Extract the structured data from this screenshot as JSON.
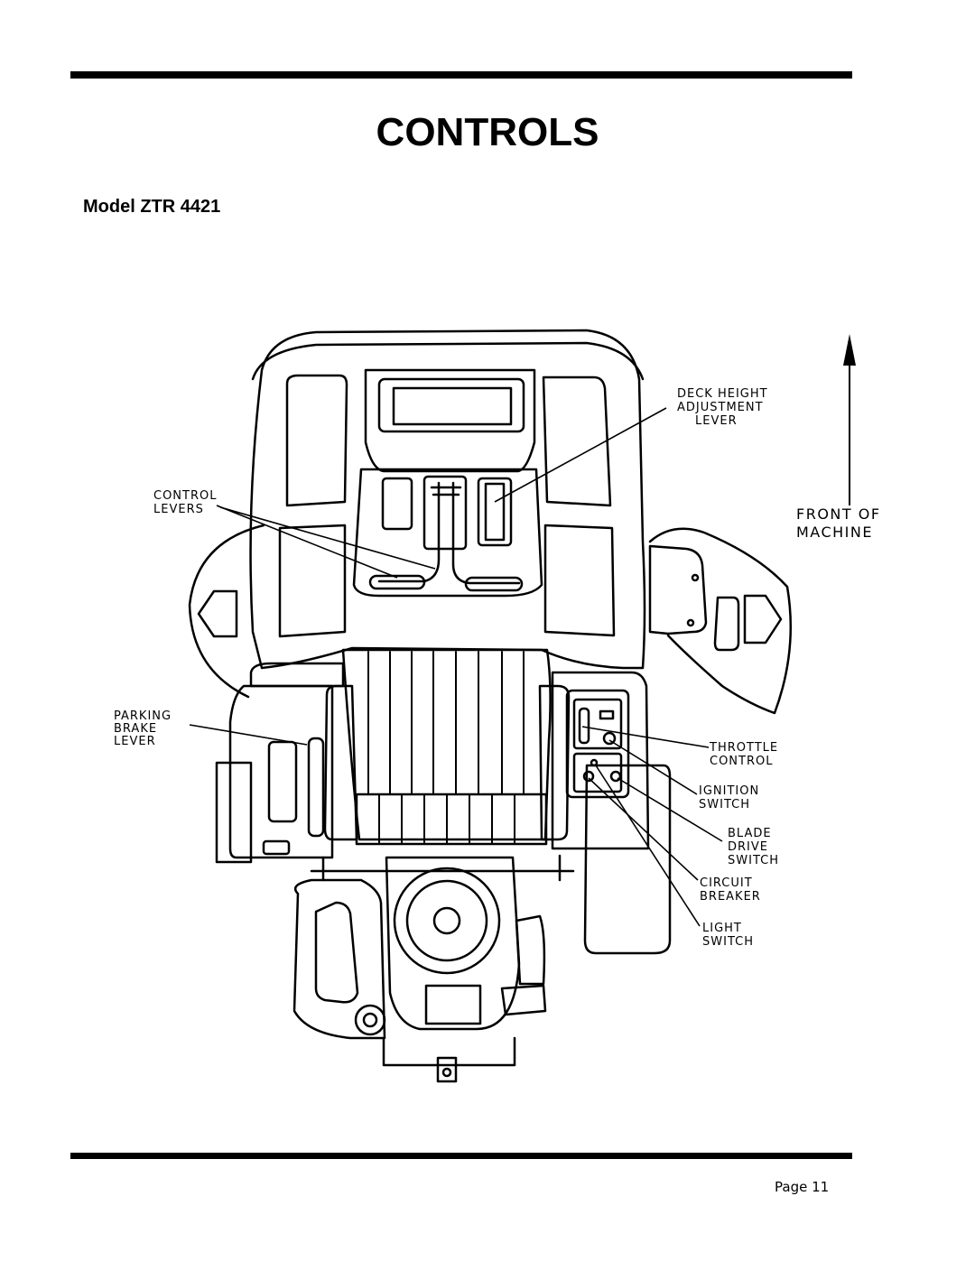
{
  "header": {
    "title": "CONTROLS",
    "model": "Model ZTR 4421"
  },
  "diagram": {
    "callouts": {
      "deck_height": [
        "DECK HEIGHT",
        "ADJUSTMENT",
        "LEVER"
      ],
      "control_levers": [
        "CONTROL",
        "LEVERS"
      ],
      "parking_brake": [
        "PARKING",
        "BRAKE",
        "LEVER"
      ],
      "throttle": [
        "THROTTLE",
        "CONTROL"
      ],
      "ignition": [
        "IGNITION",
        "SWITCH"
      ],
      "blade_drive": [
        "BLADE",
        "DRIVE",
        "SWITCH"
      ],
      "circuit_breaker": [
        "CIRCUIT",
        "BREAKER"
      ],
      "light_switch": [
        "LIGHT",
        "SWITCH"
      ],
      "front": [
        "FRONT OF",
        "MACHINE"
      ]
    }
  },
  "footer": {
    "page": "Page 11"
  }
}
